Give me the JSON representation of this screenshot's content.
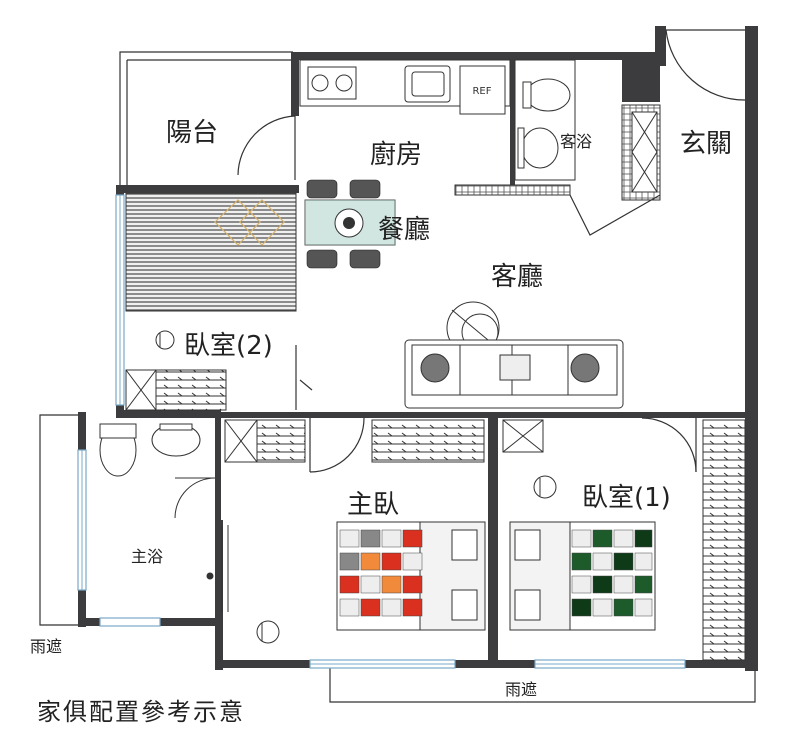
{
  "rooms": {
    "balcony": "陽台",
    "kitchen": "廚房",
    "guest_bath": "客浴",
    "entrance": "玄關",
    "dining": "餐廳",
    "living": "客廳",
    "bedroom2": "臥室(2)",
    "master_bedroom": "主臥",
    "bedroom1": "臥室(1)",
    "master_bath": "主浴",
    "canopy_left": "雨遮",
    "canopy_bottom": "雨遮"
  },
  "fixtures": {
    "fridge": "REF"
  },
  "caption": "家俱配置參考示意",
  "colors": {
    "wall": "#3c3c3e",
    "master_bed_red": "#d9301f",
    "master_bed_orange": "#f28a3c",
    "bed1_green": "#1d5b2b",
    "dark_green": "#0f3a18"
  }
}
